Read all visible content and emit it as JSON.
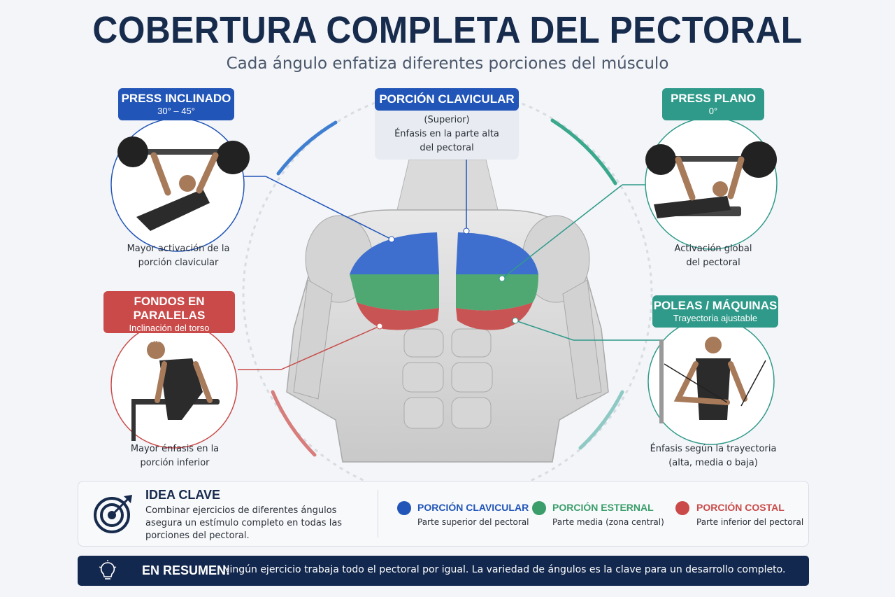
{
  "header": {
    "title": "COBERTURA COMPLETA DEL PECTORAL",
    "subtitle": "Cada ángulo enfatiza diferentes porciones del músculo"
  },
  "colors": {
    "clavicular": "#2155b8",
    "esternal": "#3a9d6a",
    "costal": "#c94a49",
    "machines": "#2f9a8a",
    "dark": "#13284e"
  },
  "exercises": {
    "incline": {
      "title": "PRESS INCLINADO",
      "angle": "30° – 45°",
      "caption_1": "Mayor activación de la",
      "caption_2": "porción clavicular"
    },
    "flat": {
      "title": "PRESS PLANO",
      "angle": "0°",
      "caption_1": "Activación global",
      "caption_2": "del pectoral"
    },
    "dips": {
      "title": "FONDOS EN PARALELAS",
      "detail_1": "Inclinación del torso",
      "detail_2": "hacia adelante",
      "caption_1": "Mayor énfasis en la",
      "caption_2": "porción inferior"
    },
    "cables": {
      "title": "POLEAS / MÁQUINAS",
      "detail": "Trayectoria ajustable",
      "caption_1": "Énfasis según la trayectoria",
      "caption_2": "(alta, media o baja)"
    }
  },
  "clavicular_label": {
    "title": "PORCIÓN CLAVICULAR",
    "sub": "(Superior)",
    "line_1": "Énfasis en la parte alta",
    "line_2": "del pectoral"
  },
  "key_idea": {
    "title": "IDEA CLAVE",
    "line_1": "Combinar ejercicios de diferentes ángulos",
    "line_2": "asegura un estímulo completo en todas las",
    "line_3": "porciones del pectoral."
  },
  "legend": [
    {
      "title": "PORCIÓN CLAVICULAR",
      "desc": "Parte superior del pectoral",
      "color": "#2155b8"
    },
    {
      "title": "PORCIÓN ESTERNAL",
      "desc": "Parte media (zona central)",
      "color": "#3a9d6a"
    },
    {
      "title": "PORCIÓN COSTAL",
      "desc": "Parte inferior del pectoral",
      "color": "#c94a49"
    }
  ],
  "summary": {
    "label": "EN RESUMEN:",
    "text": "Ningún ejercicio trabaja todo el pectoral por igual. La variedad de ángulos es la clave para un desarrollo completo."
  }
}
